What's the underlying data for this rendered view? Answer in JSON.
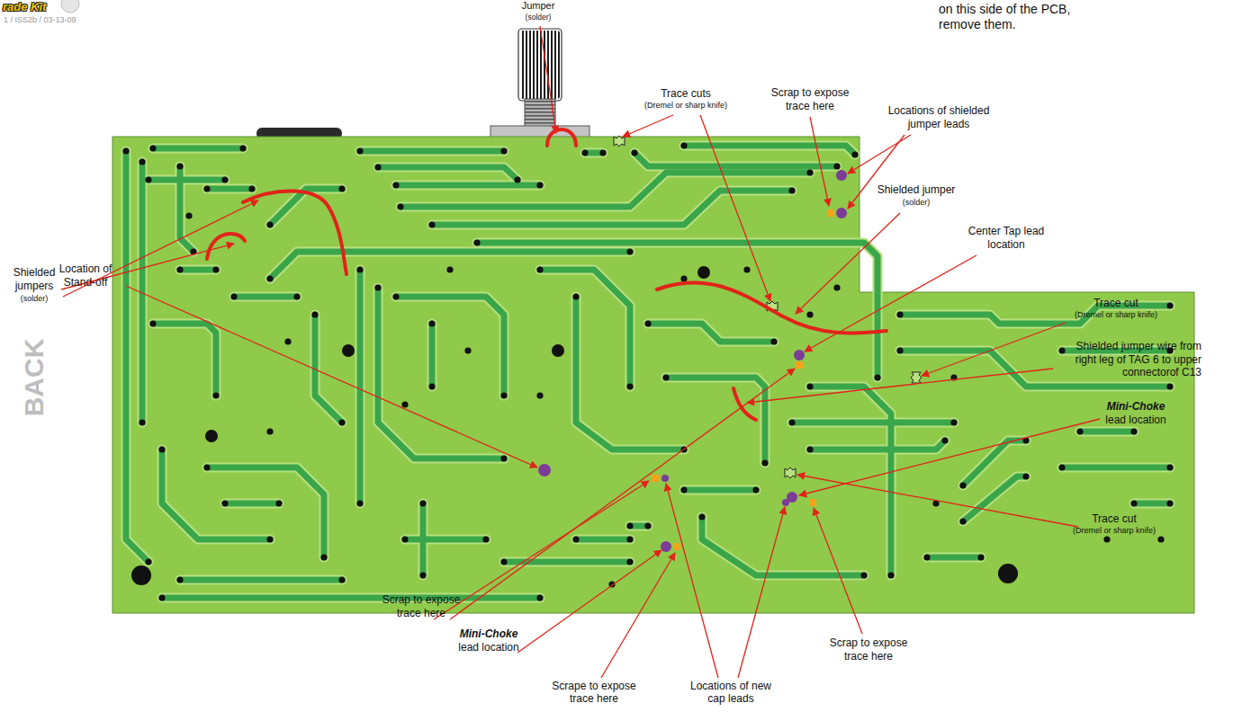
{
  "diagram": {
    "labels": [
      "rade Kit",
      "1 / ISS2b / 03-13-09",
      "Jumper",
      "(solder)",
      "on this side of the PCB, remove them.",
      "Trace cuts",
      "(Dremel or sharp knife)",
      "Scrap to expose trace here",
      "Locations of shielded jumper leads",
      "Shielded jumper",
      "(solder)",
      "Center Tap lead location",
      "Trace cut",
      "(Dremel or sharp knife)",
      "Shielded jumper wire from right leg of TAG 6 to upper connectorof C13",
      "Mini-Choke",
      "lead location",
      "Trace cut",
      "(Dremel or sharp knife)",
      "Location of Stand-off",
      "Shielded jumpers",
      "(solder)",
      "BACK",
      "Scrap to expose trace here",
      "Mini-Choke",
      "lead location",
      "Scrape to expose trace here",
      "Locations of new cap leads",
      "Scrap to expose trace here"
    ]
  }
}
